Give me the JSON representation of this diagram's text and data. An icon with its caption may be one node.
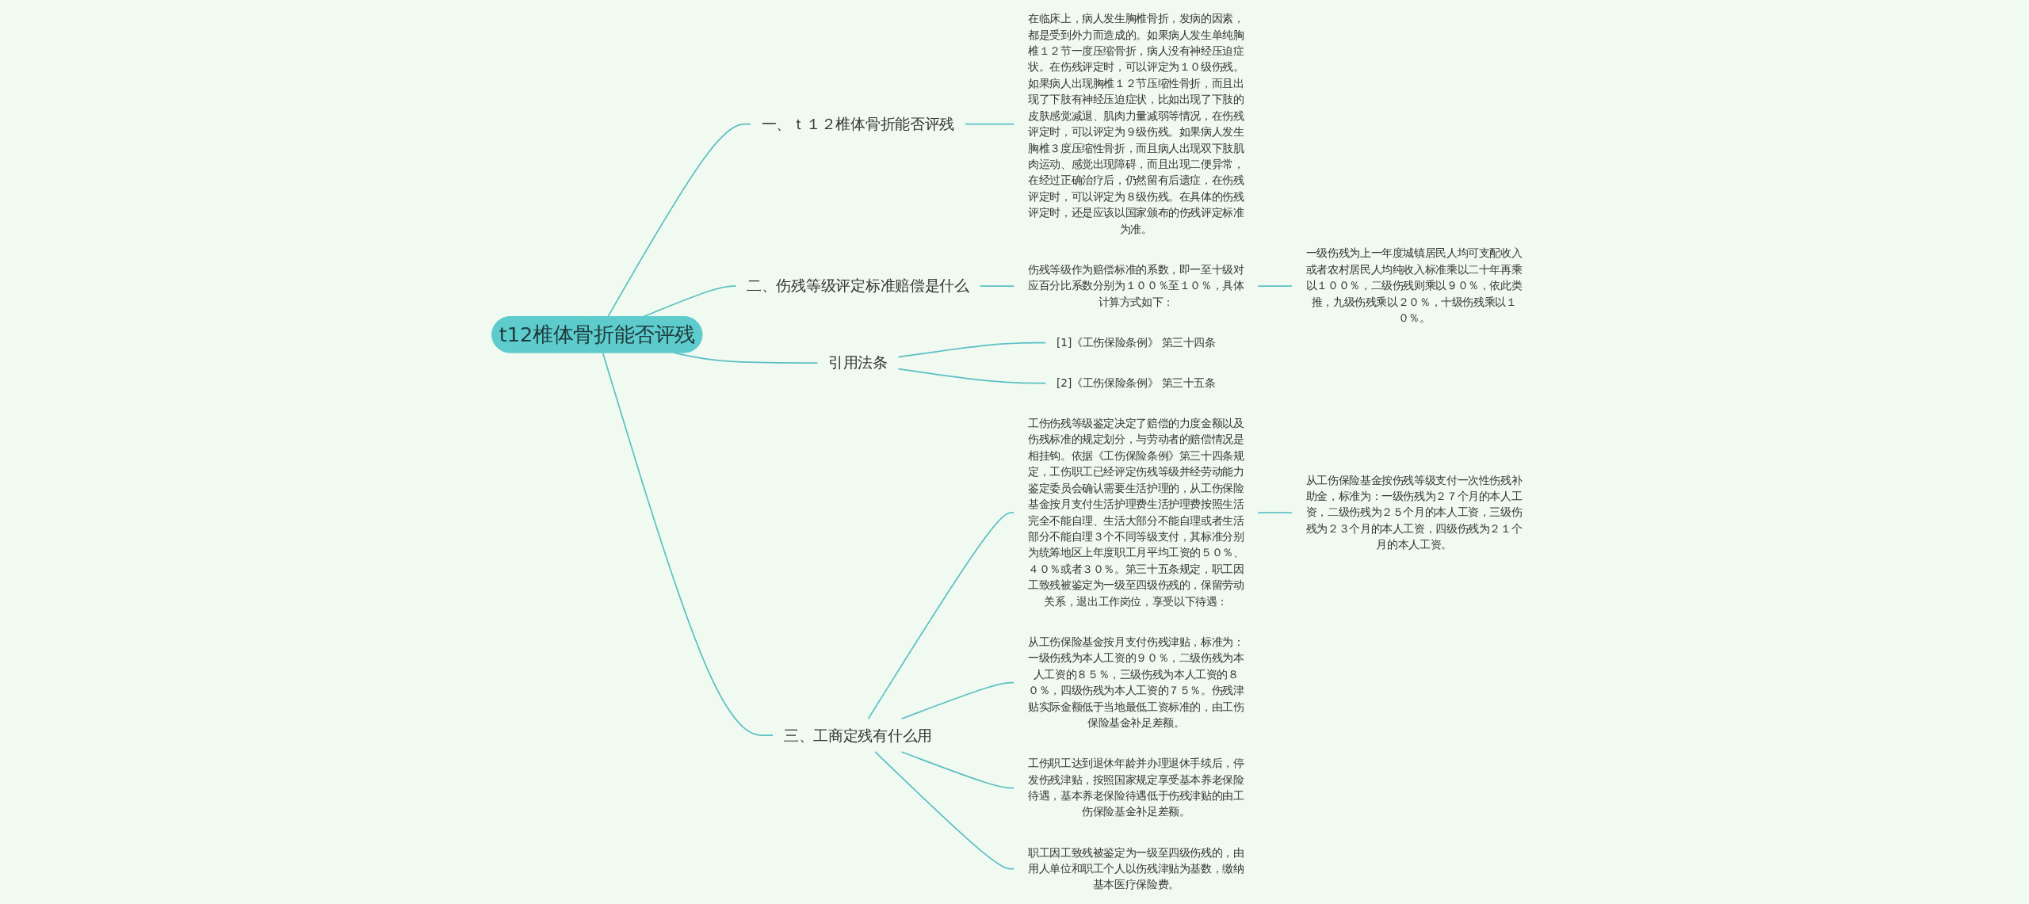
{
  "diagram": {
    "nodes": [
      {
        "text": [
          "t12椎体骨折能否评残"
        ]
      },
      {
        "text": [
          "一、ｔ１２椎体骨折能否评残"
        ]
      },
      {
        "text": [
          "在临床上，病人发生胸椎骨折，发病的因素，都是受到外力而造成的。如果病人发生单纯胸椎１２节一度压缩骨折，病人没有神经压迫症状。在伤残评定时，可以评定为１０级伤残。如果病人出现胸椎１２节压缩性骨折，而且出现了下肢有神经压迫症状，比如出现了下肢的皮肤感觉减退、肌肉力量减弱等情况，在伤残评定时，可以评定为９级伤残。如果病人发生胸椎３度压缩性骨折，而且病人出现双下肢肌肉运动、感觉出现障碍，而且出现二便异常，在经过正确治疗后，仍然留有后遗症，在伤残评定时，可以评定为８级伤残。在具体的伤残评定时，还是应该以国家颁布的伤残评定标准为准。"
        ]
      },
      {
        "text": [
          "二、伤残等级评定标准赔偿是什么"
        ]
      },
      {
        "text": [
          "伤残等级作为赔偿标准的系数，即一至十级对应百分比系数分别为１００％至１０％，具体计算方式如下："
        ]
      },
      {
        "text": [
          "一级伤残为上一年度城镇居民人均可支配收入或者农村居民人均纯收入标准乘以二十年再乘以１００％，二级伤残则乘以９０％，依此类推，九级伤残乘以２０％，十级伤残乘以１０％。"
        ]
      },
      {
        "text": [
          "引用法条"
        ]
      },
      {
        "text": [
          "[1]《工伤保险条例》 第三十四条"
        ]
      },
      {
        "text": [
          "[2]《工伤保险条例》 第三十五条"
        ]
      },
      {
        "text": [
          "三、工商定残有什么用"
        ]
      },
      {
        "text": [
          "工伤伤残等级鉴定决定了赔偿的力度金额以及伤残标准的规定划分，与劳动者的赔偿情况是相挂钩。依据《工伤保险条例》第三十四条规定，工伤职工已经评定伤残等级并经劳动能力鉴定委员会确认需要生活护理的，从工伤保险基金按月支付生活护理费生活护理费按照生活完全不能自理、生活大部分不能自理或者生活部分不能自理３个不同等级支付，其标准分别为统筹地区上年度职工月平均工资的５０％、４０％或者３０％。第三十五条规定，职工因工致残被鉴定为一级至四级伤残的，保留劳动关系，退出工作岗位，享受以下待遇："
        ]
      },
      {
        "text": [
          "从工伤保险基金按伤残等级支付一次性伤残补助金，标准为：一级伤残为２７个月的本人工资，二级伤残为２５个月的本人工资，三级伤残为２３个月的本人工资，四级伤残为２１个月的本人工资。"
        ]
      },
      {
        "text": [
          "从工伤保险基金按月支付伤残津贴，标准为：一级伤残为本人工资的９０％，二级伤残为本人工资的８５％，三级伤残为本人工资的８０％，四级伤残为本人工资的７５％。伤残津贴实际金额低于当地最低工资标准的，由工伤保险基金补足差额。"
        ]
      },
      {
        "text": [
          "工伤职工达到退休年龄并办理退休手续后，停发伤残津贴，按照国家规定享受基本养老保险待遇，基本养老保险待遇低于伤残津贴的由工伤保险基金补足差额。"
        ]
      },
      {
        "text": [
          "职工因工致残被鉴定为一级至四级伤残的，由用人单位和职工个人以伤残津贴为基数，缴纳基本医疗保险费。"
        ]
      }
    ],
    "edges": [
      {
        "from": 0,
        "to": 1,
        "arrow": "none"
      },
      {
        "from": 1,
        "to": 2,
        "arrow": "none"
      },
      {
        "from": 0,
        "to": 3,
        "arrow": "none"
      },
      {
        "from": 3,
        "to": 4,
        "arrow": "none"
      },
      {
        "from": 4,
        "to": 5,
        "arrow": "none"
      },
      {
        "from": 0,
        "to": 6,
        "arrow": "none"
      },
      {
        "from": 6,
        "to": 7,
        "arrow": "none"
      },
      {
        "from": 6,
        "to": 8,
        "arrow": "none"
      },
      {
        "from": 0,
        "to": 9,
        "arrow": "none"
      },
      {
        "from": 9,
        "to": 10,
        "arrow": "none"
      },
      {
        "from": 10,
        "to": 11,
        "arrow": "none"
      },
      {
        "from": 9,
        "to": 12,
        "arrow": "none"
      },
      {
        "from": 9,
        "to": 13,
        "arrow": "none"
      },
      {
        "from": 9,
        "to": 14,
        "arrow": "none"
      }
    ]
  }
}
